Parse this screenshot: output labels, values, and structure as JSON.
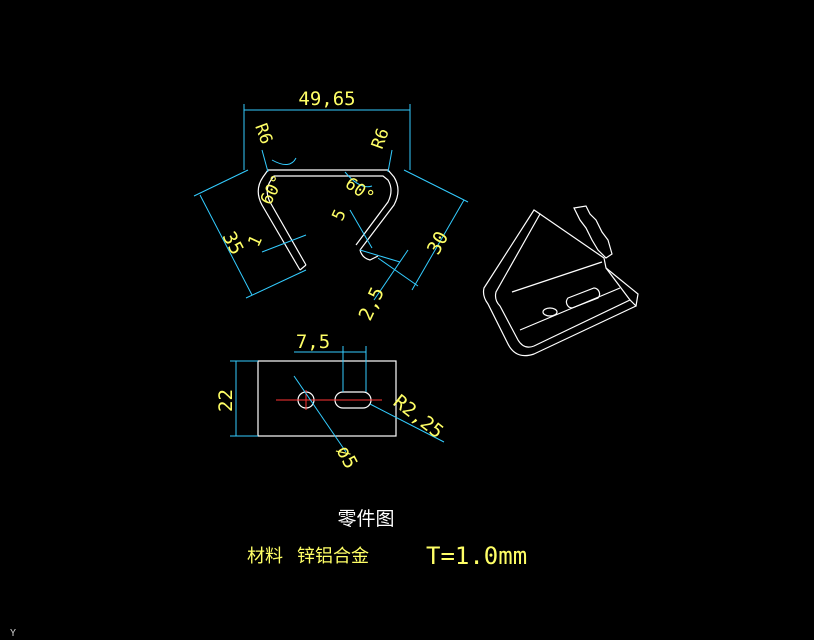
{
  "labels": {
    "width_top": "49,65",
    "radius_left": "R6",
    "radius_right": "R6",
    "angle_left": "60°",
    "angle_right": "60°",
    "len_left": "35",
    "len_right": "30",
    "tab_left": "1",
    "tab_right": "5",
    "offset_right": "2,5",
    "slot_offset": "7,5",
    "height_flat": "22",
    "hole_dia": "ø5",
    "slot_radius": "R2,25",
    "corner_mark": "Y"
  },
  "title": "零件图",
  "material_label": "材料",
  "material_value": "锌铝合金",
  "thickness": "T=1.0mm",
  "colors": {
    "background": "#000000",
    "part_outline": "#ffffff",
    "dimension_line": "#33ccff",
    "dimension_text": "#ffff66",
    "center_line": "#ff3333"
  }
}
